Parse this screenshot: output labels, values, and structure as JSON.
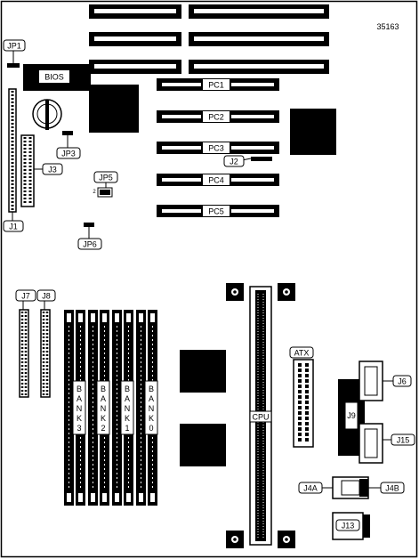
{
  "diagram": {
    "part_number": "35163",
    "bios_label": "BIOS",
    "cpu_label": "CPU",
    "atx_label": "ATX",
    "pci_slots": [
      "PC1",
      "PC2",
      "PC3",
      "PC4",
      "PC5"
    ],
    "memory_banks": [
      {
        "letters": [
          "B",
          "A",
          "N",
          "K",
          "3"
        ]
      },
      {
        "letters": [
          "B",
          "A",
          "N",
          "K",
          "2"
        ]
      },
      {
        "letters": [
          "B",
          "A",
          "N",
          "K",
          "1"
        ]
      },
      {
        "letters": [
          "B",
          "A",
          "N",
          "K",
          "0"
        ]
      }
    ],
    "jumpers": {
      "jp1": "JP1",
      "jp3": "JP3",
      "jp5": "JP5",
      "jp5_pin": "2",
      "jp6": "JP6"
    },
    "connectors": {
      "j1": "J1",
      "j2": "J2",
      "j3": "J3",
      "j4a": "J4A",
      "j4b": "J4B",
      "j6": "J6",
      "j7": "J7",
      "j8": "J8",
      "j9": "J9",
      "j13": "J13",
      "j15": "J15"
    }
  }
}
